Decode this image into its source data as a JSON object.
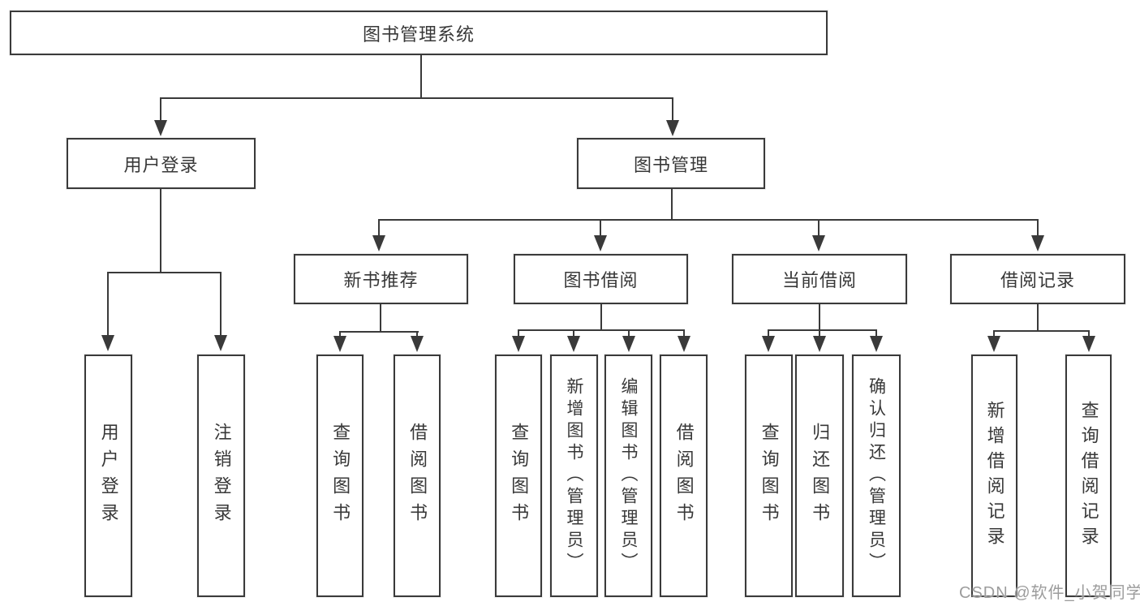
{
  "tree": {
    "root": {
      "label": "图书管理系统"
    },
    "level2": [
      {
        "label": "用户登录",
        "parent": "图书管理系统"
      },
      {
        "label": "图书管理",
        "parent": "图书管理系统"
      }
    ],
    "level3": [
      {
        "label": "新书推荐",
        "parent": "图书管理"
      },
      {
        "label": "图书借阅",
        "parent": "图书管理"
      },
      {
        "label": "当前借阅",
        "parent": "图书管理"
      },
      {
        "label": "借阅记录",
        "parent": "图书管理"
      }
    ],
    "leaves": [
      {
        "label": "用户登录",
        "parent": "用户登录"
      },
      {
        "label": "注销登录",
        "parent": "用户登录"
      },
      {
        "label": "查询图书",
        "parent": "新书推荐"
      },
      {
        "label": "借阅图书",
        "parent": "新书推荐"
      },
      {
        "label": "查询图书",
        "parent": "图书借阅"
      },
      {
        "label": "新增图书（管理员）",
        "parent": "图书借阅"
      },
      {
        "label": "编辑图书（管理员）",
        "parent": "图书借阅"
      },
      {
        "label": "借阅图书",
        "parent": "图书借阅"
      },
      {
        "label": "查询图书",
        "parent": "当前借阅"
      },
      {
        "label": "归还图书",
        "parent": "当前借阅"
      },
      {
        "label": "确认归还（管理员）",
        "parent": "当前借阅"
      },
      {
        "label": "新增借阅记录",
        "parent": "借阅记录"
      },
      {
        "label": "查询借阅记录",
        "parent": "借阅记录"
      }
    ]
  },
  "watermark": {
    "text": "CSDN @软件_小贺同学"
  },
  "colors": {
    "line": "#3a3a3a",
    "text": "#383838",
    "box_background": "#ffffff",
    "watermark": "#9c9c9c",
    "background": "#ffffff"
  }
}
